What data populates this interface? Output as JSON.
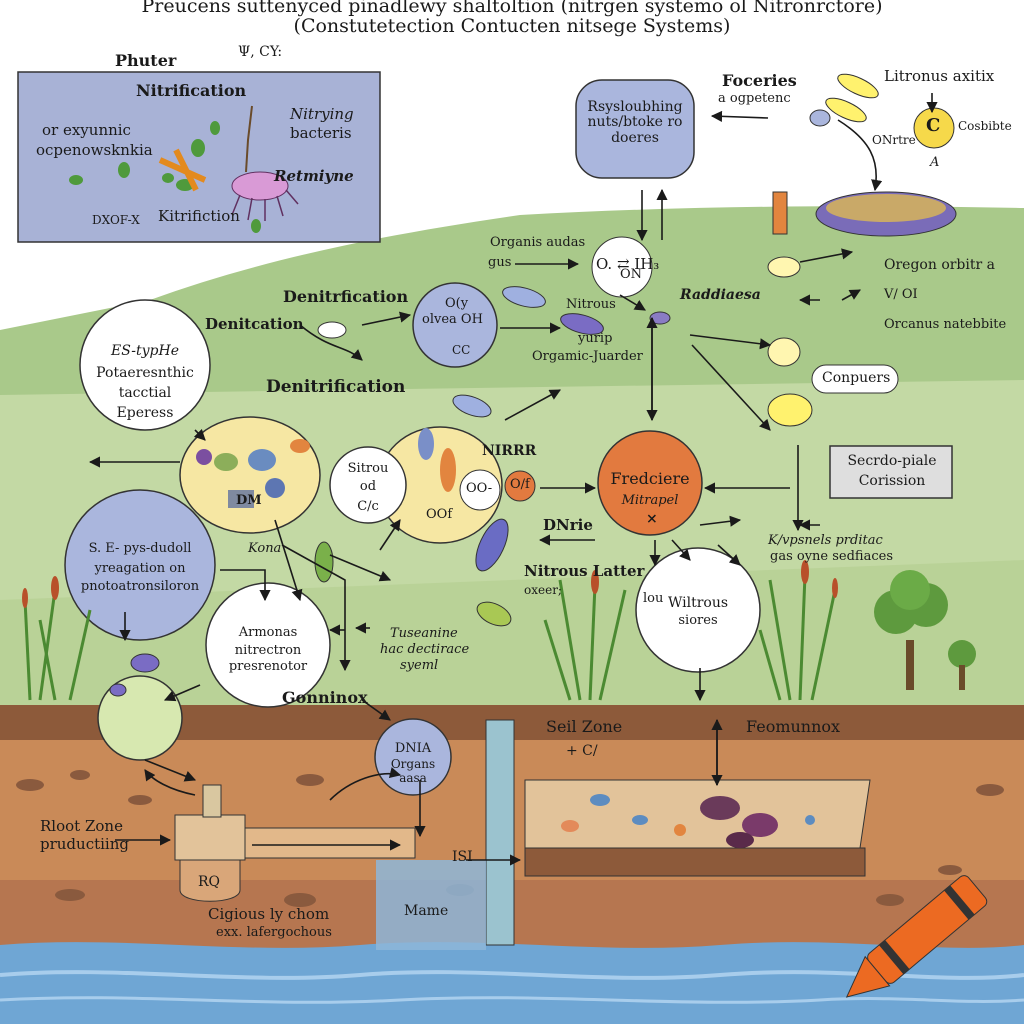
{
  "title": {
    "line1": "Preucens suttenyced pinadlewy shaltoltion (nitrgen systemo ol Nitronrctore)",
    "line2": "(Constutetection Contucten nitsege Systems)"
  },
  "inset": {
    "heading": "Phuter",
    "nitrification": "Nitrification",
    "left_text_1": "or exyunnic",
    "left_text_2": "ocpenowsknkia",
    "nitrying": "Nitrying",
    "bacteria": "bacteris",
    "retmiyne": "Retmiyne",
    "kitrifiction": "Kitrifiction",
    "scribble": "DXOF-X",
    "symbol": "Ψ, CY:"
  },
  "labels": {
    "foceries": "Foceries",
    "ogperiue": "a ogpetenc",
    "nitrous_oxide": "Litronus axitix",
    "c_letter": "C",
    "onrtre": "ONrtre",
    "cosbibe": "Cosbibte",
    "a_letter": "A",
    "resp_box": "Rsysloubhing nuts/btoke ro doeres",
    "organic_gas_1": "Organis audas",
    "organic_gas_2": "gus",
    "on_formula_top": "O. ⇄ IH₃",
    "on_formula_bottom": "ON",
    "oregon_1": "Oregon orbitr a",
    "oregon_2": "Orcanus natebbite",
    "vi_on": "V/ OI",
    "denitrification_1": "Denitrfication",
    "denitcation": "Denitcation",
    "denitrification_2": "Denitrification",
    "circle_of_1": "O(y",
    "circle_of_2": "olvea OH",
    "circle_of_3": "CC",
    "nitrous_1": "Nitrous",
    "nitrous_2": "yurip",
    "nitrous_3": "Orgamic-Juarder",
    "raddiaesa": "Raddiaesa",
    "composers": "Conpuers",
    "bubble_1": "ES-typHe",
    "bubble_2": "Potaeresnthic",
    "bubble_3": "tacctial",
    "bubble_4": "Eperess",
    "sitrou_1": "Sitrou",
    "sitrou_2": "od",
    "sitrou_3": "C/c",
    "nirrr": "NIRRR",
    "oo": "OO-",
    "of": "O/f",
    "oof": "OOf",
    "dm": "DM",
    "kona": "Kona",
    "freddiere_1": "Fredciere",
    "freddiere_2": "Mitrapel",
    "x_mark": "×",
    "dnrie": "DNrie",
    "secondo_1": "Secrdo-piale",
    "secondo_2": "Corission",
    "k_gases_1": "K/vpsnels prditac",
    "k_gases_2": "gas oyne sedfiaces",
    "sd_circle_1": "S. E- pys-dudoll",
    "sd_circle_2": "yreagation on",
    "sd_circle_3": "pnotoatronsiloron",
    "anmonas_1": "Armonas",
    "anmonas_2": "nitrectron",
    "anmonas_3": "presrenotor",
    "tuseanline_1": "Tuseanine",
    "tuseanline_2": "hac dectirace",
    "tuseanline_3": "syeml",
    "nitrous_latter": "Nitrous Latter",
    "oxeer": "oxeer;",
    "witrous_1": "Wiltrous",
    "witrous_2": "siores",
    "lou": "lou",
    "gonninox": "Gonninox",
    "dnia_1": "DNIA",
    "dnia_2": "Organs",
    "dnia_3": "aasa",
    "soil_zone": "Seil Zone",
    "feonmunnox": "Feomunnox",
    "root_zone_1": "Rloot Zone",
    "root_zone_2": "pruductiing",
    "rq": "RQ",
    "isi": "ISI",
    "mame": "Mame",
    "cigious_1": "Cigious ly chom",
    "cigious_2": "exx. lafergochous",
    "plus_mark": "+ C/"
  },
  "colors": {
    "sky": "#ffffff",
    "grass_upper": "#a9c98a",
    "grass_lower": "#c3d9a4",
    "soil": "#c98a58",
    "soil_dark": "#8d5a3a",
    "water": "#6fa6d4",
    "inset_bg": "#a8b2d6",
    "bubble_yellow": "#f6e7a3",
    "bubble_blue": "#aab6dd",
    "orange": "#e27a3f",
    "crayon": "#ec6a22"
  }
}
